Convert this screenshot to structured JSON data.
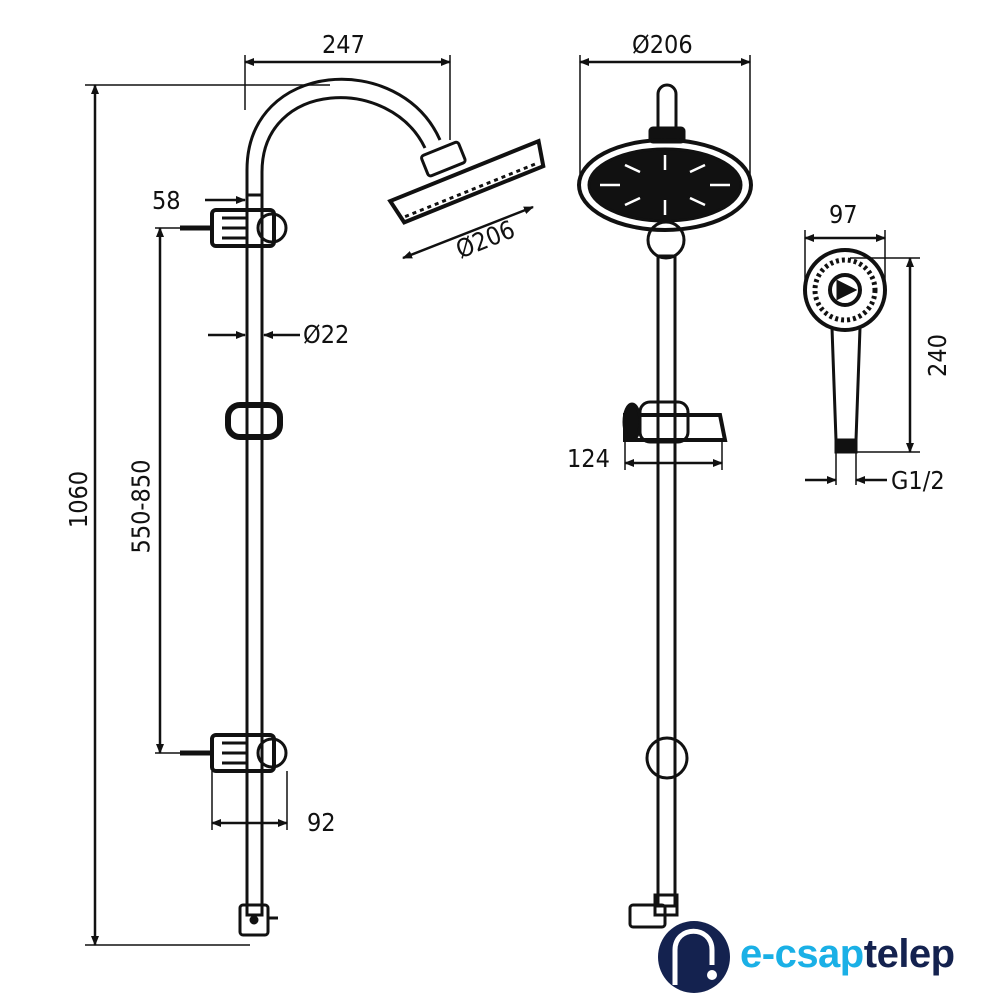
{
  "dimensions": {
    "arm_reach": "247",
    "head_diameter_side": "Ø206",
    "head_diameter_front": "Ø206",
    "wall_offset": "58",
    "pipe_diameter": "Ø22",
    "total_height": "1060",
    "bracket_spacing": "550-850",
    "bracket_depth": "92",
    "slider_width": "124",
    "hand_shower_diameter": "97",
    "hand_shower_length": "240",
    "connection_thread": "G1/2"
  },
  "logo": {
    "part1": "e-csap",
    "part2": "telep",
    "color_primary": "#1ab0e6",
    "color_secondary": "#14224f"
  }
}
